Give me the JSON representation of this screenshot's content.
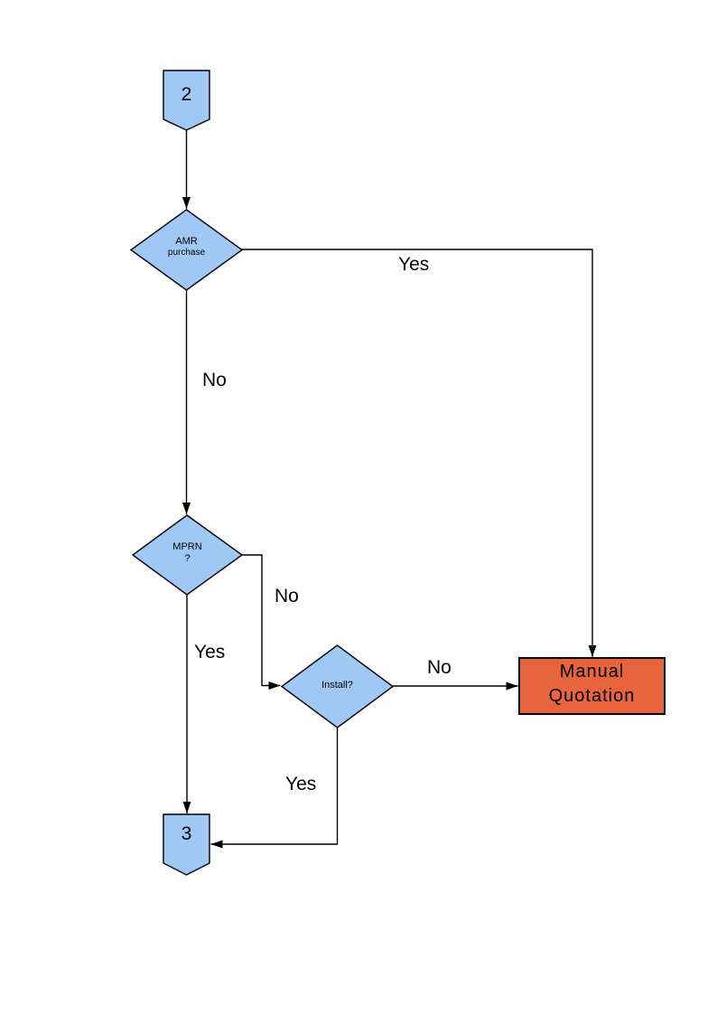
{
  "colors": {
    "node_fill": "#A0C8F5",
    "process_fill": "#E8643C",
    "line": "#000000",
    "background": "#FFFFFF"
  },
  "nodes": {
    "offpage_in": {
      "label": "2",
      "type": "off-page-connector"
    },
    "amr": {
      "line1": "AMR",
      "line2": "purchase",
      "type": "decision"
    },
    "mprn": {
      "line1": "MPRN",
      "line2": "?",
      "type": "decision"
    },
    "install": {
      "label": "Install?",
      "type": "decision"
    },
    "manual_quotation": {
      "line1": "Manual",
      "line2": "Quotation",
      "type": "process"
    },
    "offpage_out": {
      "label": "3",
      "type": "off-page-connector"
    }
  },
  "edge_labels": {
    "amr_yes": "Yes",
    "amr_no": "No",
    "mprn_no": "No",
    "mprn_yes": "Yes",
    "install_no": "No",
    "install_yes": "Yes"
  }
}
